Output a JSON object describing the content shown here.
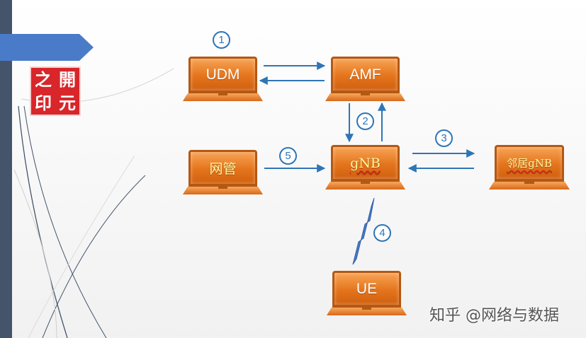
{
  "logo": {
    "chars": [
      "之",
      "開",
      "印",
      "元"
    ]
  },
  "nodes": {
    "udm": "UDM",
    "amf": "AMF",
    "gnb": "gNB",
    "nms": "网管",
    "neighbor_gnb": "邻居gNB",
    "ue": "UE"
  },
  "steps": [
    "1",
    "2",
    "3",
    "4",
    "5"
  ],
  "watermark": "知乎 @网络与数据",
  "colors": {
    "node_orange": "#e4741c",
    "arrow_blue": "#2e75b6",
    "banner_blue": "#4a7bc8",
    "sidebar": "#44546a",
    "logo_red": "#d8262b"
  }
}
